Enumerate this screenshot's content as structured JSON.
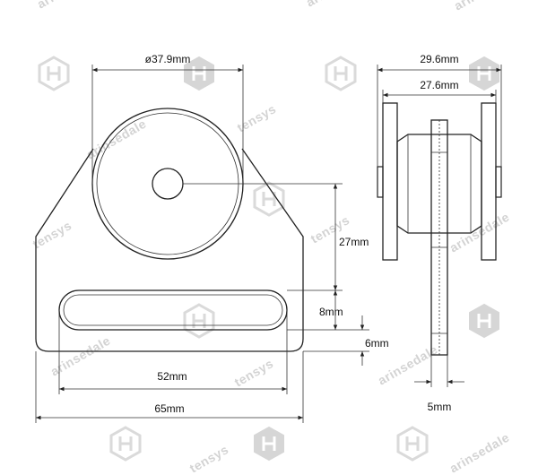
{
  "drawing": {
    "dimensions": {
      "wheel_diameter": "ø37.9mm",
      "overall_width": "29.6mm",
      "wheel_span": "27.6mm",
      "center_height": "27mm",
      "slot_height": "8mm",
      "bottom_offset": "6mm",
      "slot_length": "52mm",
      "plate_width": "65mm",
      "stem_width": "5mm"
    },
    "watermarks": {
      "brand_a": "tensys",
      "brand_b": "arinsedale"
    },
    "colors": {
      "line": "#222222",
      "watermark": "#cfcfcf"
    }
  }
}
